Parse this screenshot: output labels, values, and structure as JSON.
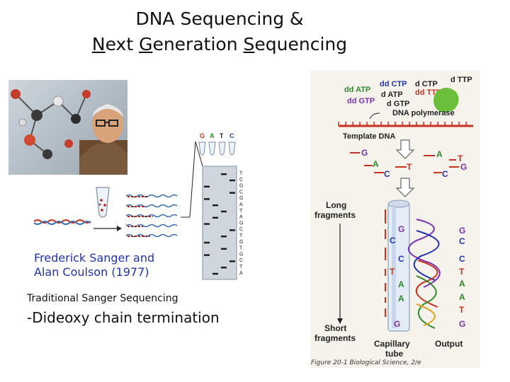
{
  "slide": {
    "title_line1": "DNA Sequencing  &",
    "title_line2_parts": [
      "N",
      "ext ",
      "G",
      "eneration ",
      "S",
      "equencing"
    ],
    "caption_person_line1": "Frederick Sanger and",
    "caption_person_line2": "Alan Coulson (1977)",
    "caption_method": "Traditional Sanger Sequencing",
    "caption_detail": "-Dideoxy chain termination"
  },
  "gel": {
    "lane_labels": [
      "G",
      "A",
      "T",
      "C"
    ],
    "sequence_read": [
      "T",
      "C",
      "G",
      "C",
      "G",
      "A",
      "T",
      "A",
      "G",
      "C",
      "T",
      "G",
      "T",
      "G",
      "C",
      "T",
      "A"
    ]
  },
  "figure": {
    "nucleotides": [
      "dd ATP",
      "dd CTP",
      "d CTP",
      "d TTP",
      "d ATP",
      "dd TTP",
      "dd GTP",
      "d GTP"
    ],
    "polymerase_label": "DNA polymerase",
    "template_label": "Template DNA",
    "fragment_letters": [
      "G",
      "A",
      "T",
      "A",
      "C",
      "T",
      "G",
      "C"
    ],
    "long_label_1": "Long",
    "long_label_2": "fragments",
    "short_label_1": "Short",
    "short_label_2": "fragments",
    "tube_letters": [
      "G",
      "C",
      "C",
      "T",
      "A",
      "A",
      "G"
    ],
    "output_letters": [
      "G",
      "C",
      "C",
      "T",
      "A",
      "A",
      "T",
      "G"
    ],
    "capillary_label_1": "Capillary",
    "capillary_label_2": "tube",
    "output_label": "Output",
    "figure_caption": "Figure 20-1  Biological Science, 2/e"
  },
  "colors": {
    "caption_blue": "#2233aa",
    "ddATP": "#2a8a2a",
    "ddCTP": "#2233aa",
    "ddGTP": "#7a2fb0",
    "ddTTP": "#c8321e",
    "template": "#c8321e"
  }
}
